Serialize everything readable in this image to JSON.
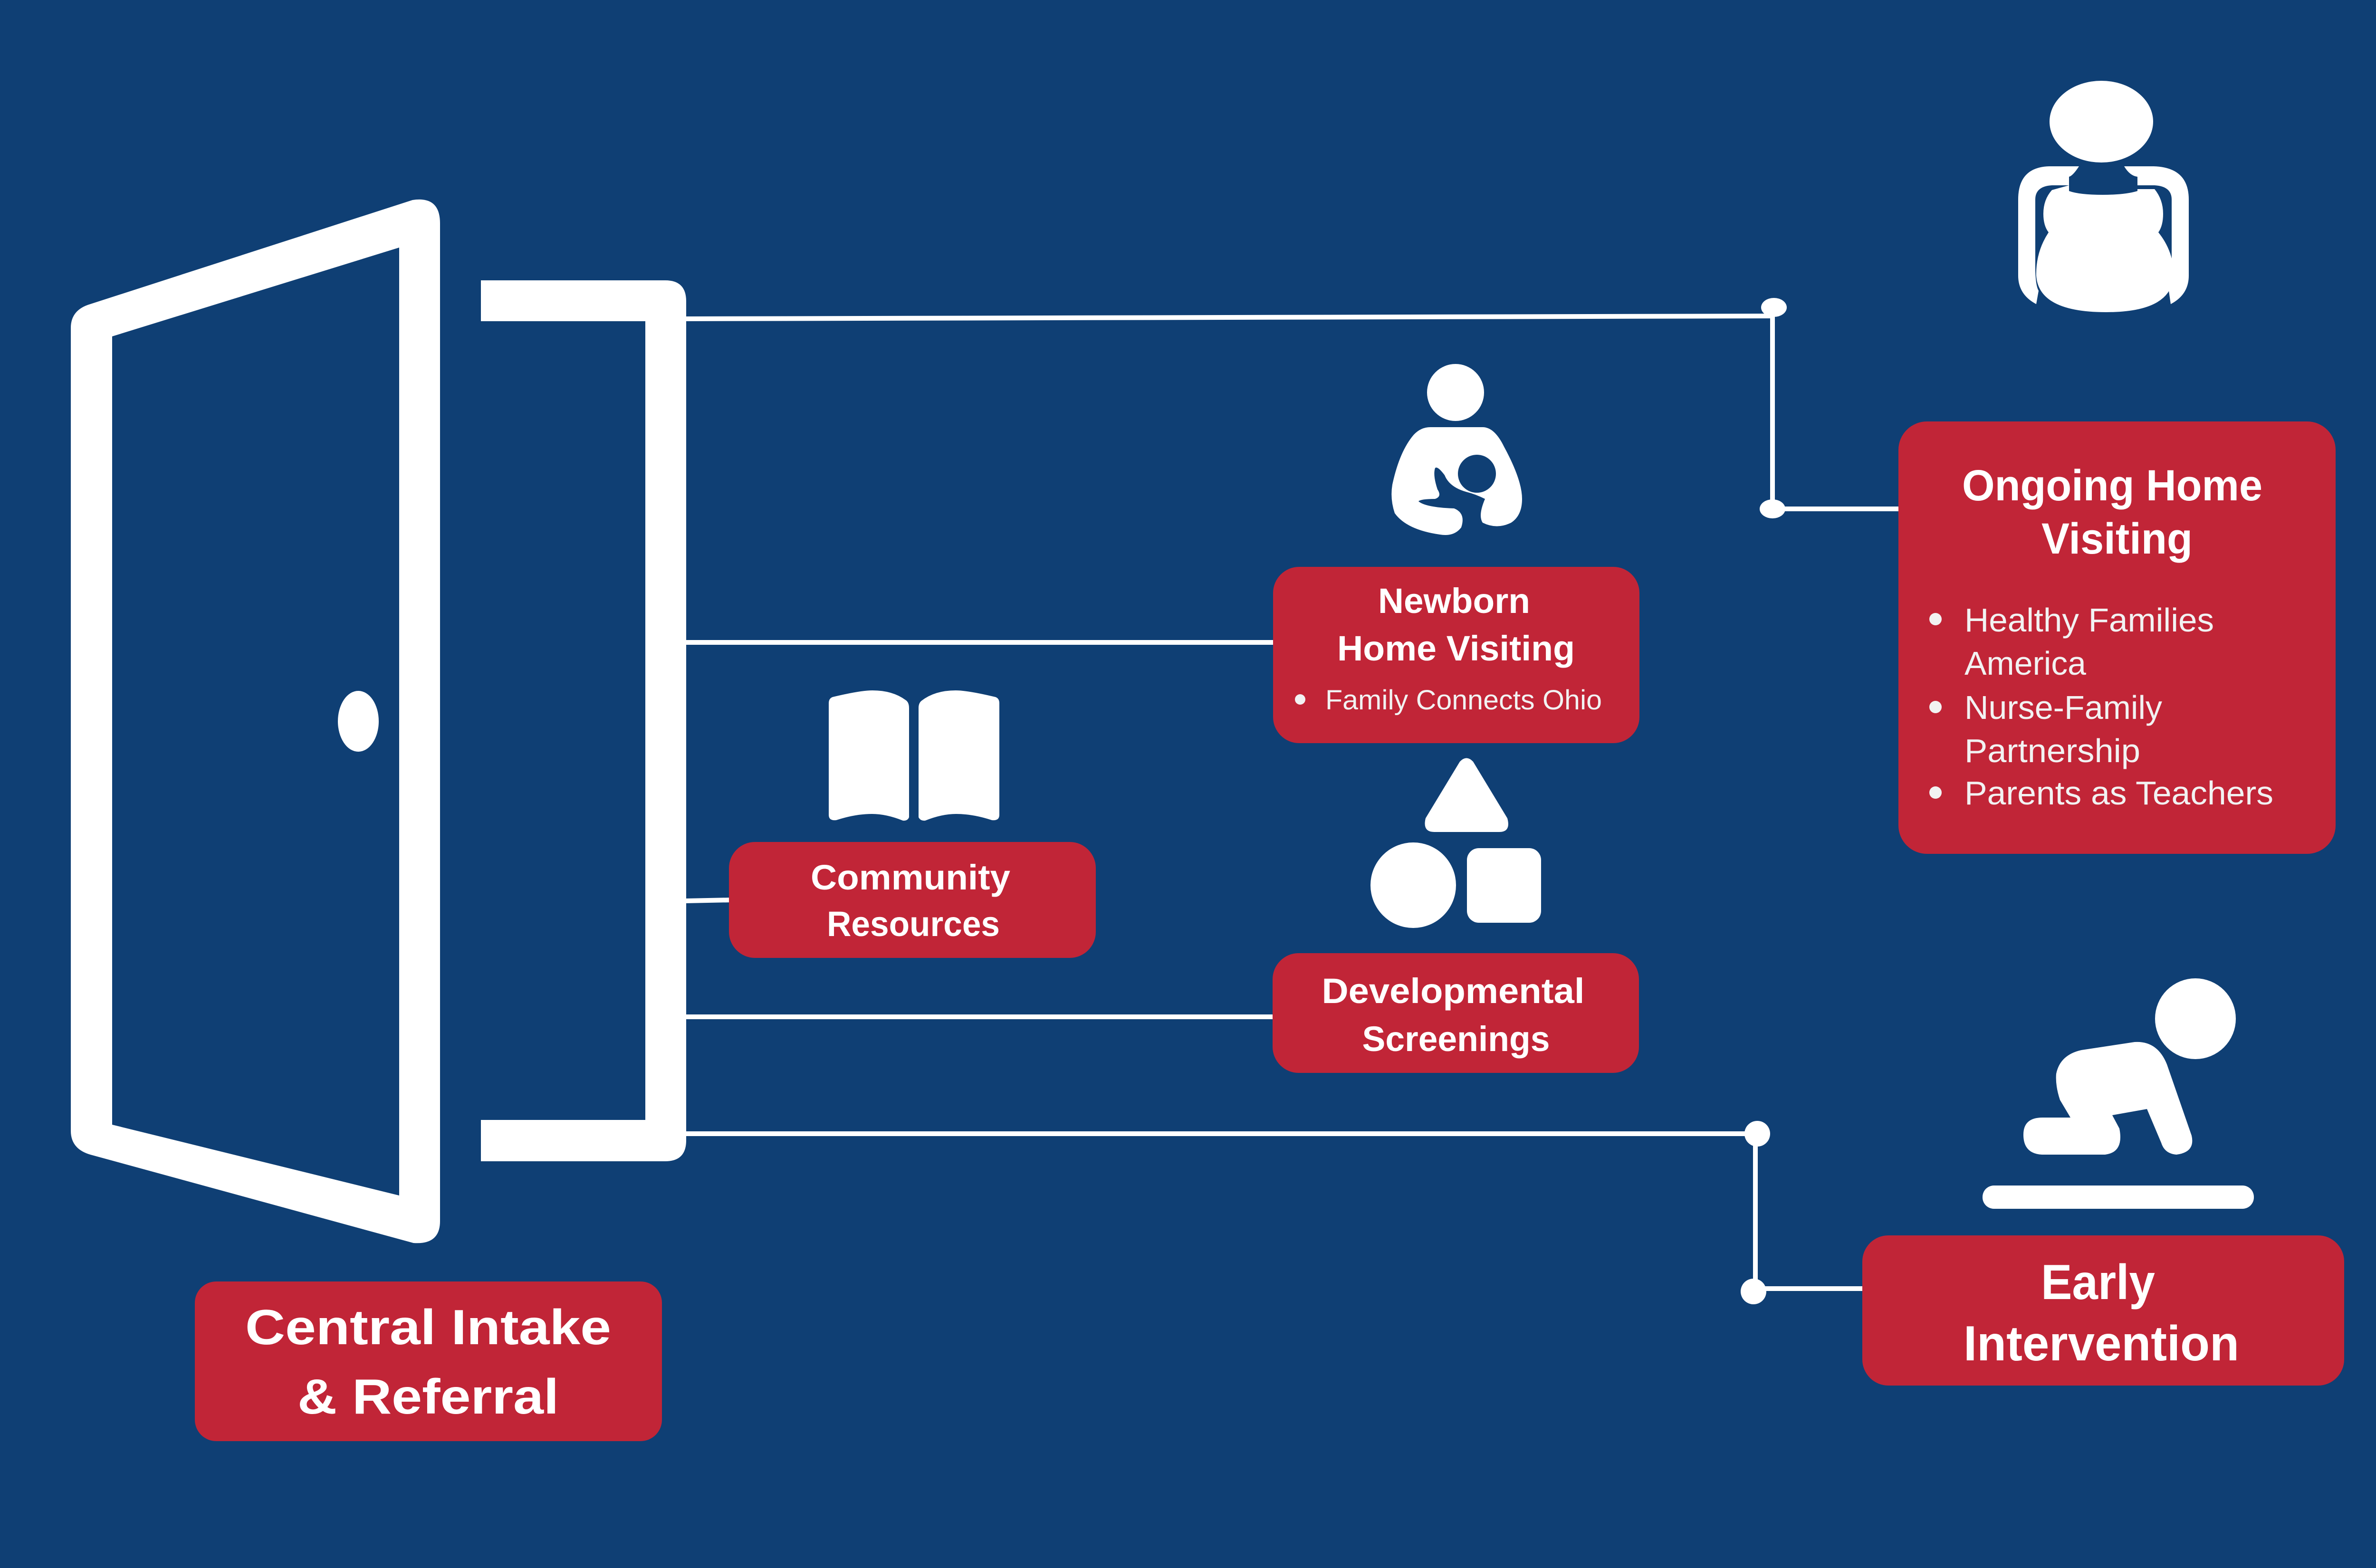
{
  "colors": {
    "background": "#0F3F74",
    "box": "#C12537",
    "foreground": "#FFFFFF"
  },
  "central": {
    "line1": "Central Intake",
    "line2": "& Referral"
  },
  "newborn": {
    "line1": "Newborn",
    "line2": "Home Visiting",
    "bullets": [
      "Family Connects Ohio"
    ]
  },
  "community": {
    "line1": "Community",
    "line2": "Resources"
  },
  "developmental": {
    "line1": "Developmental",
    "line2": "Screenings"
  },
  "ongoing": {
    "line1": "Ongoing Home",
    "line2": "Visiting",
    "bullets": [
      {
        "line1": "Healthy Families",
        "line2": "America"
      },
      {
        "line1": "Nurse-Family",
        "line2": "Partnership"
      },
      {
        "line1": "Parents as Teachers",
        "line2": ""
      }
    ]
  },
  "early": {
    "line1": "Early",
    "line2": "Intervention"
  },
  "icons": {
    "door": "open-door-icon",
    "pregnant": "pregnant-woman-icon",
    "breastfeeding": "breastfeeding-icon",
    "book": "open-book-icon",
    "shapes": "shapes-icon",
    "baby": "crawling-baby-icon"
  }
}
